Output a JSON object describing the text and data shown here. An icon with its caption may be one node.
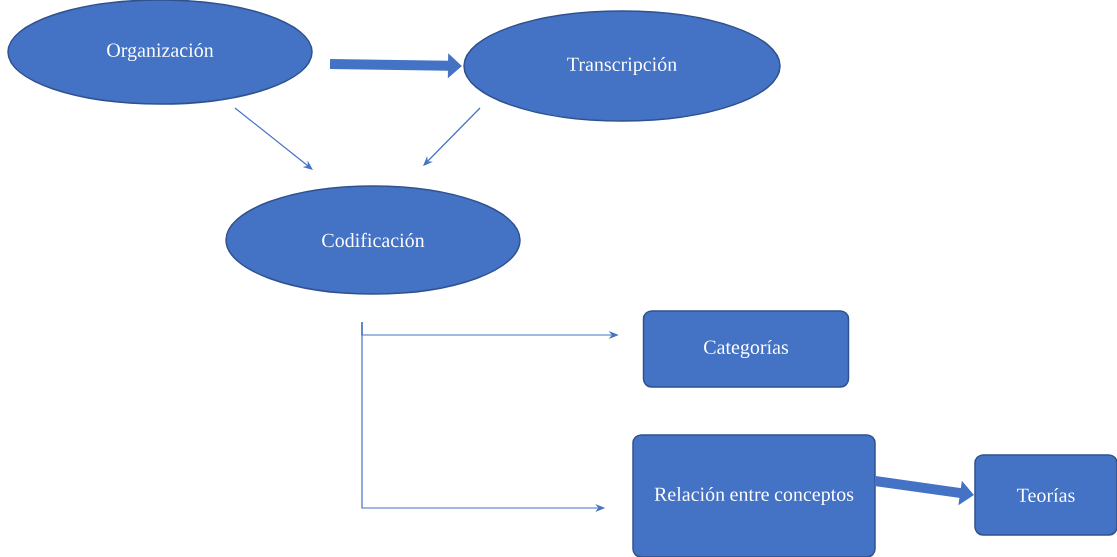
{
  "diagram": {
    "nodes": [
      {
        "text": [
          "Organización"
        ]
      },
      {
        "text": [
          "Transcripción"
        ]
      },
      {
        "text": [
          "Codificación"
        ]
      },
      {
        "text": [
          "Categorías"
        ]
      },
      {
        "text": [
          "Relación entre conceptos"
        ]
      },
      {
        "text": [
          "Teorías"
        ]
      }
    ],
    "edges": [
      {
        "from": 0,
        "to": 1,
        "arrow": "to",
        "style": "thick"
      },
      {
        "from": 0,
        "to": 2,
        "arrow": "to"
      },
      {
        "from": 1,
        "to": 2,
        "arrow": "to"
      },
      {
        "from": 2,
        "to": 3,
        "arrow": "to"
      },
      {
        "from": 2,
        "to": 4,
        "arrow": "to"
      },
      {
        "from": 4,
        "to": 5,
        "arrow": "to",
        "style": "thick"
      }
    ]
  }
}
